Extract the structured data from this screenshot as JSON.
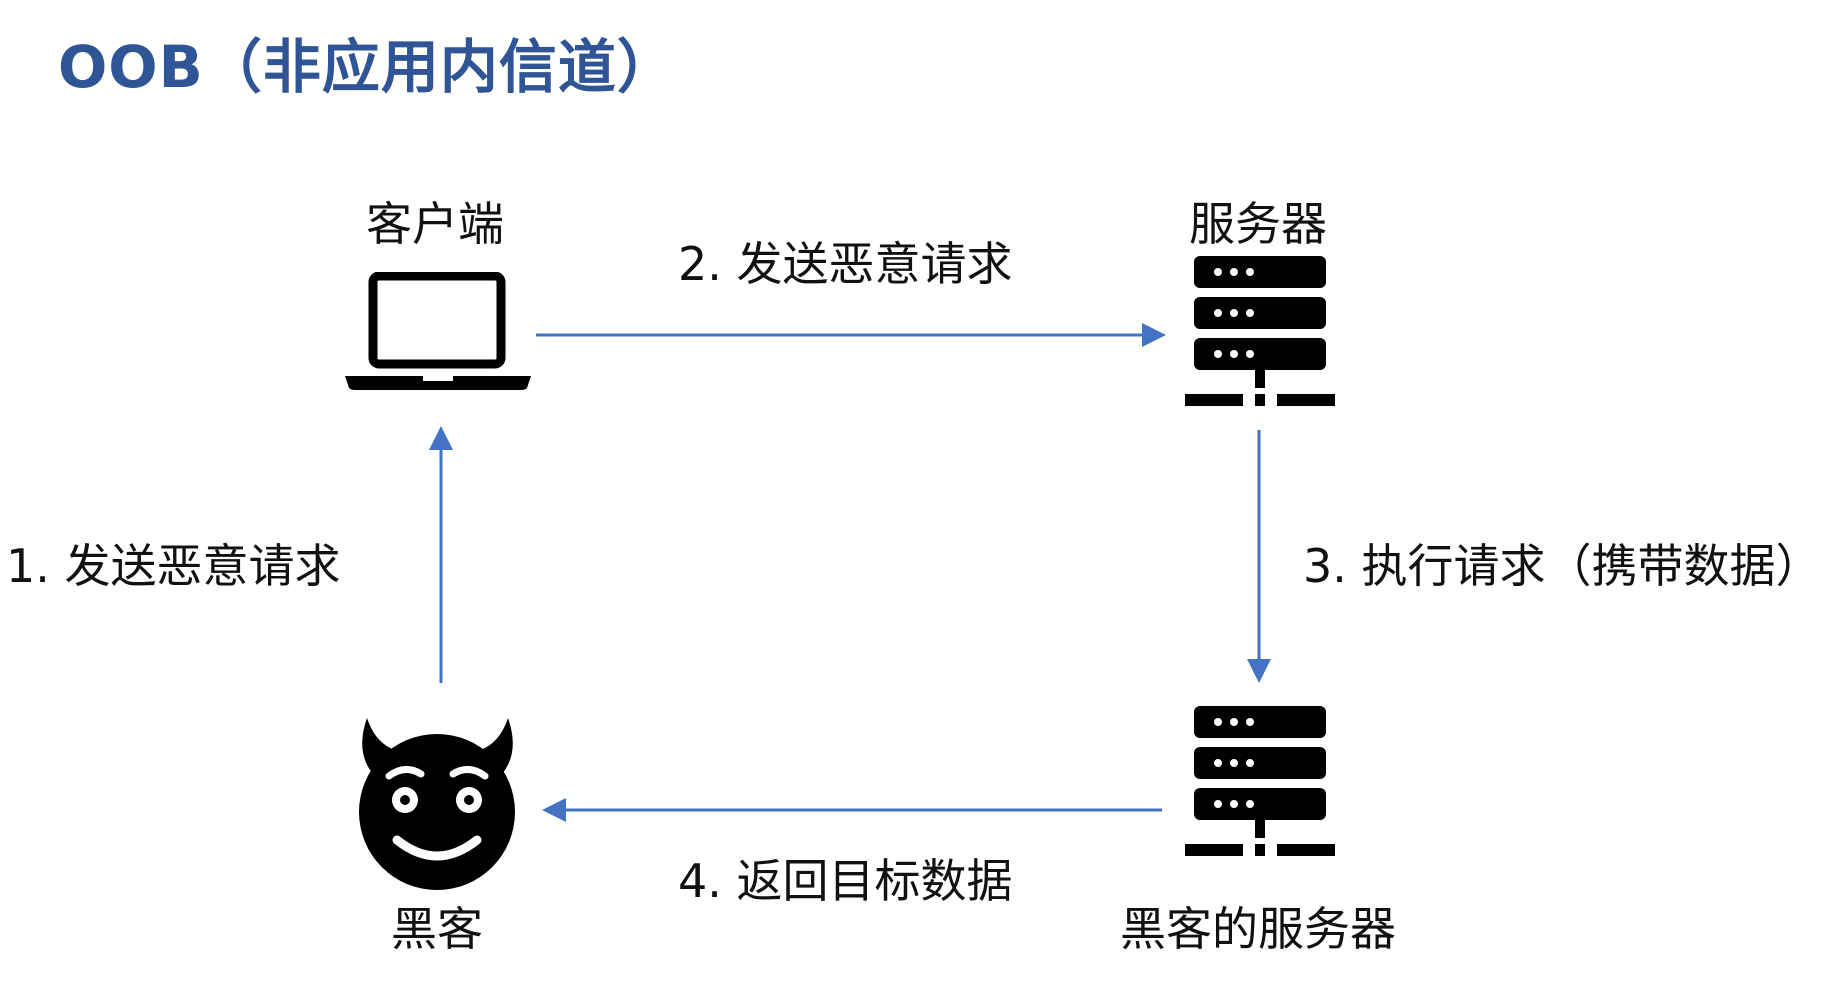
{
  "title": "OOB（非应用内信道）",
  "nodes": {
    "client": {
      "label": "客户端",
      "icon": "laptop-icon"
    },
    "server": {
      "label": "服务器",
      "icon": "server-icon"
    },
    "hacker": {
      "label": "黑客",
      "icon": "devil-face-icon"
    },
    "hacker_server": {
      "label": "黑客的服务器",
      "icon": "server-icon"
    }
  },
  "edges": {
    "step1": {
      "label": "1. 发送恶意请求",
      "from": "hacker",
      "to": "client"
    },
    "step2": {
      "label": "2. 发送恶意请求",
      "from": "client",
      "to": "server"
    },
    "step3": {
      "label": "3. 执行请求（携带数据）",
      "from": "server",
      "to": "hacker_server"
    },
    "step4": {
      "label": "4. 返回目标数据",
      "from": "hacker_server",
      "to": "hacker"
    }
  },
  "colors": {
    "title": "#2f5597",
    "arrow": "#4472c4",
    "icon": "#000000"
  }
}
